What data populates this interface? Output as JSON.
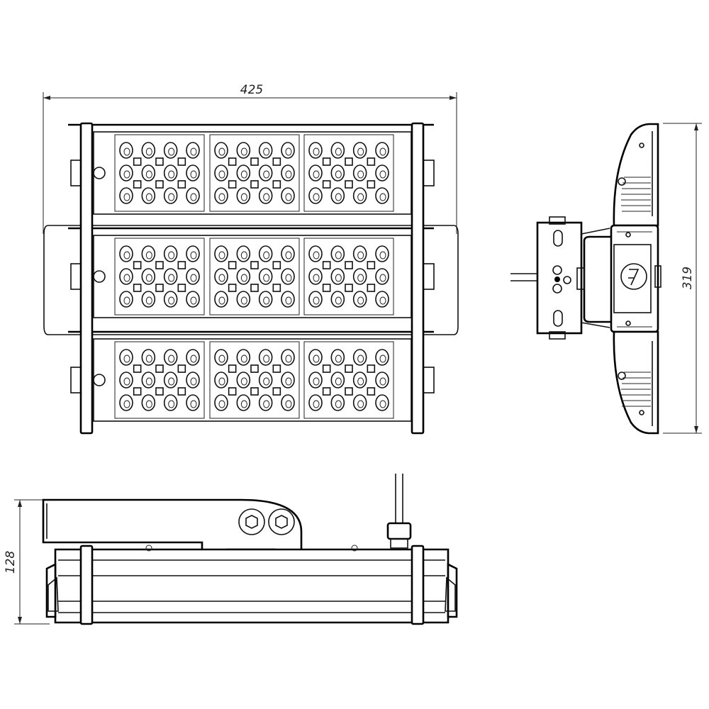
{
  "dimensions": {
    "width": "425",
    "height": "319",
    "depth": "128"
  },
  "module": {
    "rows": 3,
    "modules_per_row": 3,
    "led_columns": 4,
    "led_rows": 3
  },
  "colors": {
    "line": "#000000",
    "background": "#ffffff"
  }
}
